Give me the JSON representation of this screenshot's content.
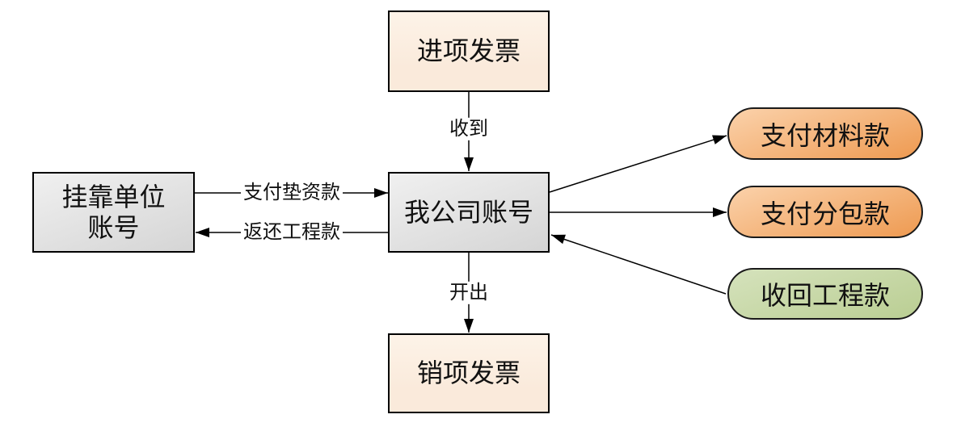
{
  "colors": {
    "peach": "#faeadb",
    "peach-light": "#fdf3e8",
    "gray-light": "#f0f0f0",
    "gray-dark": "#d5d5d5",
    "orange-light": "#fbd2ab",
    "orange-dark": "#ee9a51",
    "green-light": "#d5e2bc",
    "green-dark": "#bace93",
    "line": "#000000"
  },
  "nodes": {
    "input_invoice": "进项发票",
    "company_account": "我公司账号",
    "affiliated_account_line1": "挂靠单位",
    "affiliated_account_line2": "账号",
    "output_invoice": "销项发票",
    "pay_materials": "支付材料款",
    "pay_subcontract": "支付分包款",
    "recover_project": "收回工程款"
  },
  "edges": {
    "receive": "收到",
    "issue": "开出",
    "pay_advance": "支付垫资款",
    "return_project": "返还工程款"
  }
}
